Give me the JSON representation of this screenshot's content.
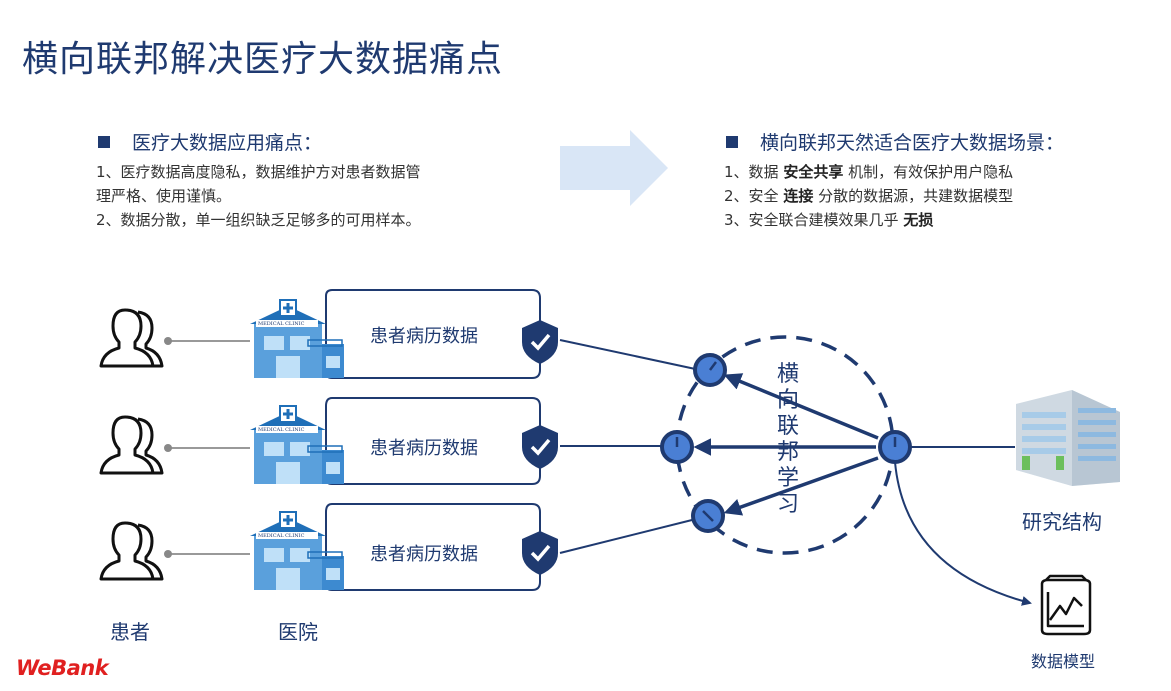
{
  "title": "横向联邦解决医疗大数据痛点",
  "pain_points": {
    "heading": "医疗大数据应用痛点：",
    "line1": "1、医疗数据高度隐私，数据维护方对患者数据管",
    "line2": "理严格、使用谨慎。",
    "line3": "2、数据分散，单一组织缺乏足够多的可用样本。"
  },
  "advantages": {
    "heading": "横向联邦天然适合医疗大数据场景：",
    "item1": {
      "prefix": "1、数据 ",
      "bold": "安全共享",
      "suffix": " 机制，有效保护用户隐私"
    },
    "item2": {
      "prefix": "2、安全 ",
      "bold": "连接",
      "suffix": " 分散的数据源，共建数据模型"
    },
    "item3": {
      "prefix": "3、安全联合建模效果几乎 ",
      "bold": "无损",
      "suffix": ""
    }
  },
  "records": [
    "患者病历数据",
    "患者病历数据",
    "患者病历数据"
  ],
  "hospital_sign": "MEDICAL CLINIC",
  "federated_label": [
    "横",
    "向",
    "联",
    "邦",
    "学",
    "习"
  ],
  "labels": {
    "patients": "患者",
    "hospitals": "医院",
    "research": "研究结构",
    "model": "数据模型"
  },
  "logo": "WeBank",
  "colors": {
    "primary": "#1f3a70",
    "accent": "#2f55a4",
    "node_fill": "#4a7fd4",
    "logo": "#e02020"
  },
  "icons": [
    "patient-icon",
    "hospital-icon",
    "shield-check-icon",
    "research-building-icon",
    "data-model-icon",
    "arrow-right-icon"
  ]
}
